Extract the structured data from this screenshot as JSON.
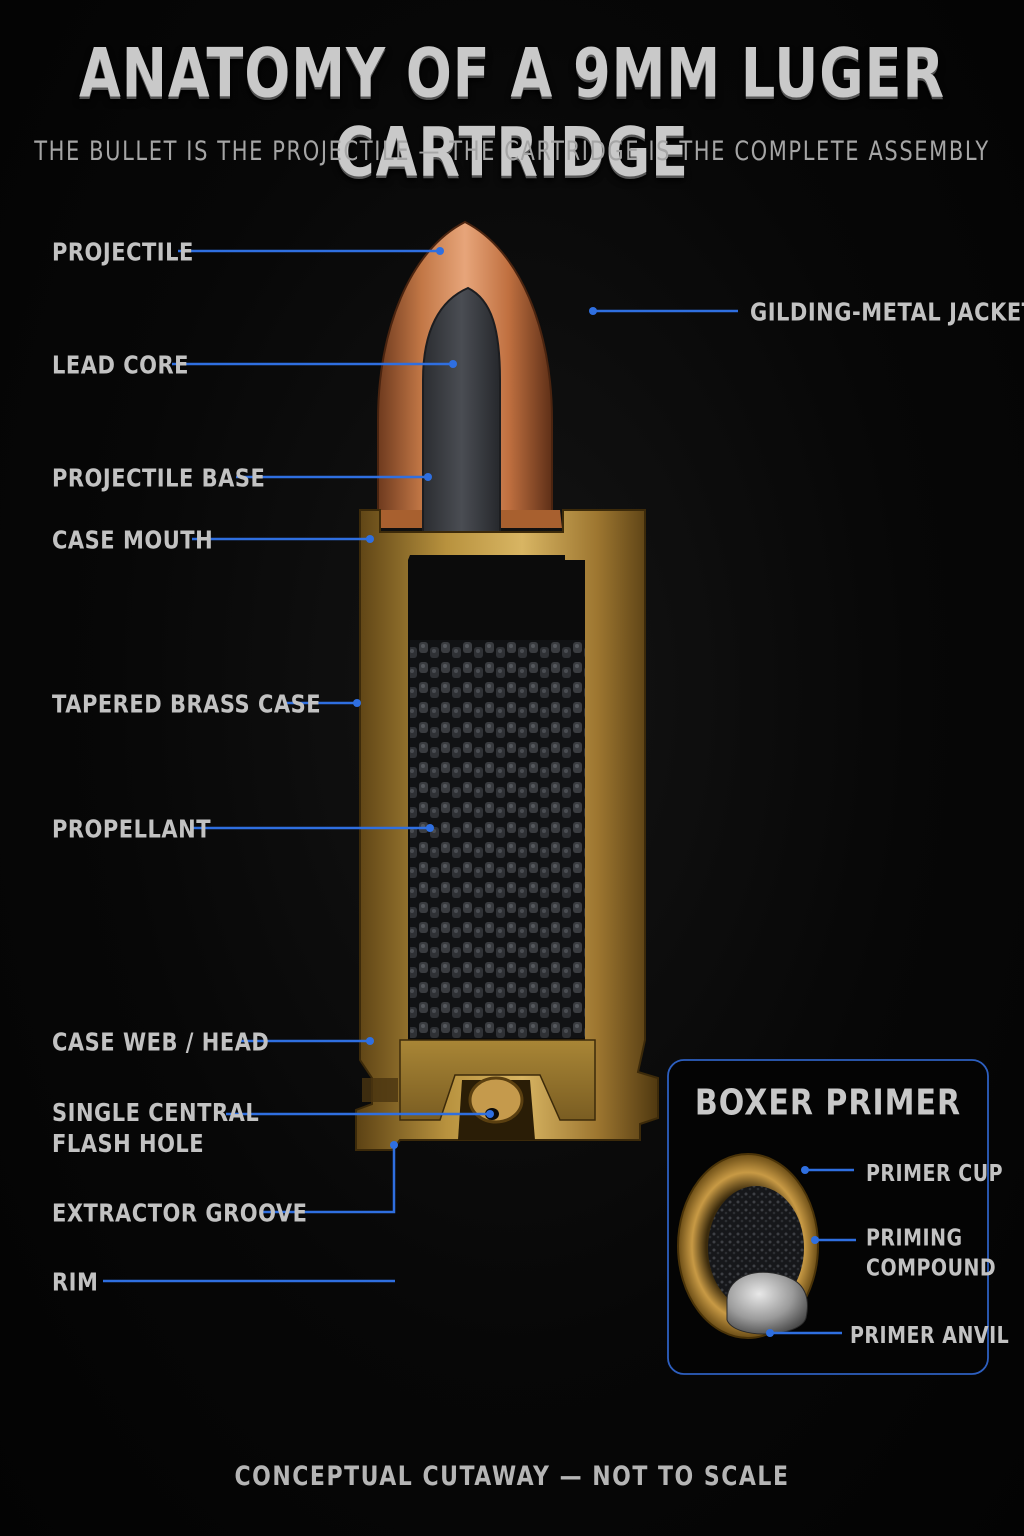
{
  "title": "ANATOMY OF A 9MM LUGER CARTRIDGE",
  "subtitle": "THE BULLET IS THE PROJECTILE — THE CARTRIDGE IS THE COMPLETE ASSEMBLY",
  "labels": {
    "projectile": "PROJECTILE",
    "gilding_jacket": "GILDING-METAL JACKET",
    "lead_core": "LEAD CORE",
    "projectile_base": "PROJECTILE BASE",
    "case_mouth": "CASE MOUTH",
    "tapered_case": "TAPERED BRASS CASE",
    "propellant": "PROPELLANT",
    "case_web": "CASE WEB / HEAD",
    "flash_hole": "SINGLE CENTRAL\nFLASH HOLE",
    "extractor_groove": "EXTRACTOR GROOVE",
    "rim": "RIM"
  },
  "inset": {
    "title": "BOXER PRIMER",
    "primer_cup": "PRIMER CUP",
    "priming_compound": "PRIMING\nCOMPOUND",
    "primer_anvil": "PRIMER ANVIL"
  },
  "footer": "CONCEPTUAL CUTAWAY — NOT TO SCALE",
  "colors": {
    "leader": "#2f6fe0",
    "copper": "#c97a4a",
    "brass": "#b08a3a",
    "lead": "#3a3d42",
    "powder": "#2a2c30",
    "inset_border": "#2d5fc0"
  }
}
